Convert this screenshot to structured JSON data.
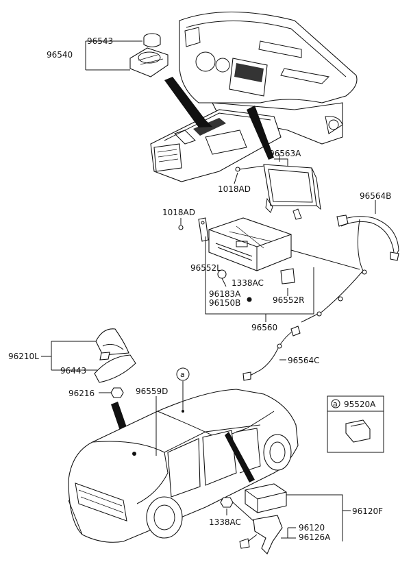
{
  "labels": {
    "p96543": "96543",
    "p96540": "96540",
    "p96563A": "96563A",
    "p1018AD_top": "1018AD",
    "p96564B": "96564B",
    "p1018AD_mid": "1018AD",
    "p96552L": "96552L",
    "p1338AC_mid": "1338AC",
    "p96183A": "96183A",
    "p96150B": "96150B",
    "p96552R": "96552R",
    "p96560": "96560",
    "p96210L": "96210L",
    "p96443": "96443",
    "p96564C": "96564C",
    "p96216": "96216",
    "p96559D": "96559D",
    "callout_a": "a",
    "inset_a": "a",
    "p95520A": "95520A",
    "p96120F": "96120F",
    "p96120": "96120",
    "p1338AC_bot": "1338AC",
    "p96126A": "96126A"
  }
}
